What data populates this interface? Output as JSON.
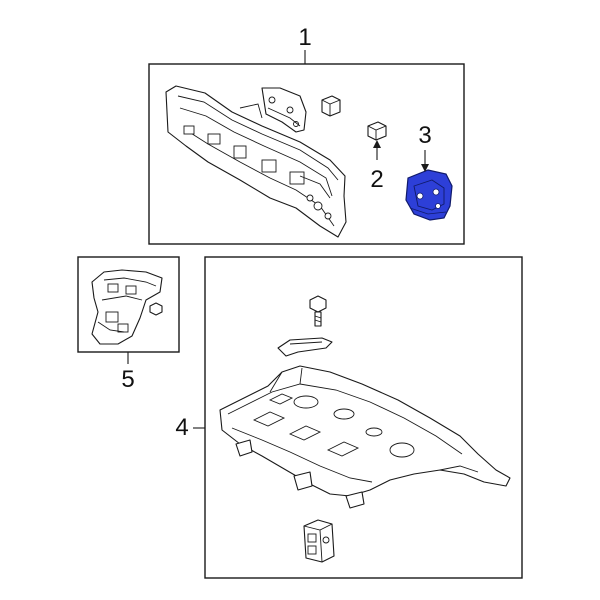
{
  "callouts": {
    "c1": "1",
    "c2": "2",
    "c3": "3",
    "c4": "4",
    "c5": "5"
  },
  "colors": {
    "line": "#1a1a1a",
    "highlight_fill": "#2d3fd8",
    "highlight_stroke": "#101a6a",
    "background": "#ffffff"
  }
}
